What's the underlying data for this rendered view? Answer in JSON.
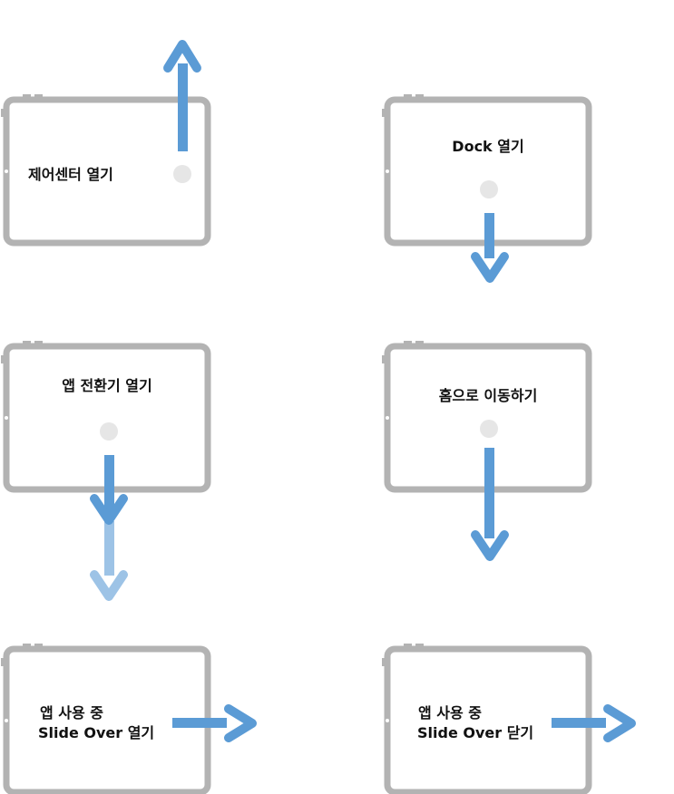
{
  "colors": {
    "frame": "#b3b3b3",
    "arrow": "#5b9bd5",
    "arrow_light": "#9dc3e6",
    "touch_dot": "#e6e6e6",
    "text": "#111111"
  },
  "panels": [
    {
      "label": "제어센터 열기",
      "gesture": "swipe-up"
    },
    {
      "label": "Dock 열기",
      "gesture": "swipe-down-short"
    },
    {
      "label": "앱 전환기 열기",
      "gesture": "swipe-down-hold"
    },
    {
      "label": "홈으로 이동하기",
      "gesture": "swipe-down-long"
    },
    {
      "label_line1": "앱 사용 중",
      "label_line2": "Slide Over 열기",
      "gesture": "swipe-right"
    },
    {
      "label_line1": "앱 사용 중",
      "label_line2": "Slide Over 닫기",
      "gesture": "swipe-right"
    }
  ]
}
